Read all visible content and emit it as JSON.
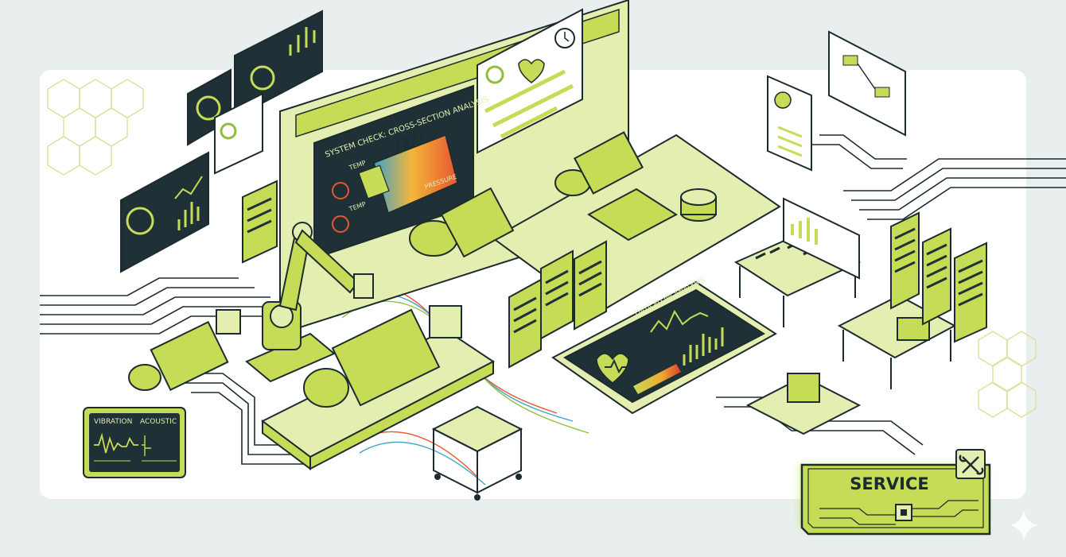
{
  "monitor": {
    "title": "SYSTEM CHECK: CROSS-SECTION ANALYSIS",
    "temp_label_1": "TEMP",
    "temp_label_2": "TEMP",
    "pressure_label": "PRESSURE"
  },
  "tablet": {
    "title": "DATA FLOW ANALYSIS"
  },
  "waveform_panel": {
    "vibration_label": "VIBRATION",
    "acoustic_label": "ACOUSTIC"
  },
  "service_badge": {
    "label": "SERVICE",
    "icon": "wrench-screwdriver-icon"
  },
  "colors": {
    "lime": "#c6dc57",
    "lime_light": "#e3eeb0",
    "dark_panel": "#1f3136",
    "outline": "#1c2b2d",
    "badge_glow": "#b7e34a"
  }
}
